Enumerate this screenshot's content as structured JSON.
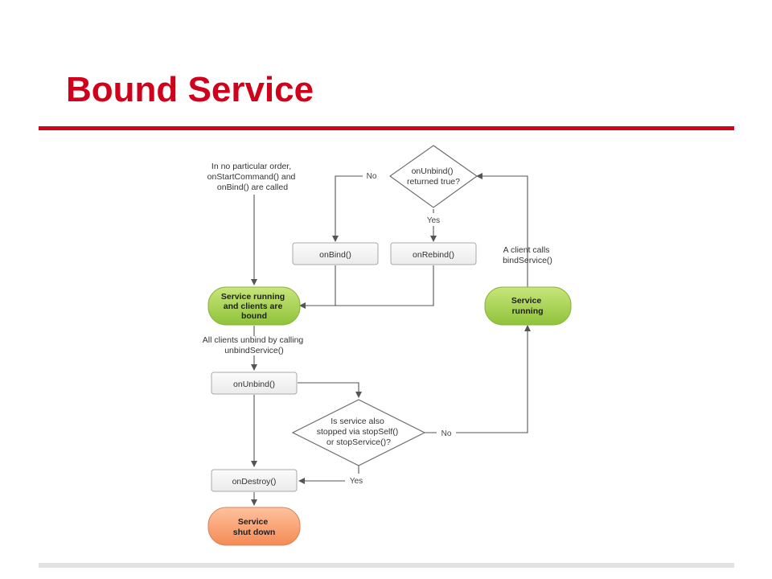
{
  "slide": {
    "title": "Bound Service"
  },
  "diagram": {
    "start_note": [
      "In no particular order,",
      "onStartCommand() and",
      "onBind() are called"
    ],
    "decision_top": [
      "onUnbind()",
      "returned true?"
    ],
    "label_no_top": "No",
    "label_yes_top": "Yes",
    "box_onbind": "onBind()",
    "box_onrebind": "onRebind()",
    "client_calls_note": [
      "A client calls",
      "bindService()"
    ],
    "state_running_bound": [
      "Service running",
      "and clients are",
      "bound"
    ],
    "state_running": [
      "Service",
      "running"
    ],
    "unbind_note": [
      "All clients unbind by calling",
      "unbindService()"
    ],
    "box_onunbind": "onUnbind()",
    "decision_bottom": [
      "Is service also",
      "stopped via stopSelf()",
      "or stopService()?"
    ],
    "label_no_bottom": "No",
    "label_yes_bottom": "Yes",
    "box_ondestroy": "onDestroy()",
    "state_shutdown": [
      "Service",
      "shut down"
    ]
  },
  "colors": {
    "title": "#d0021b",
    "rule": "#d6001c",
    "green_state": "#9bcb3c",
    "orange_state": "#f79a6a",
    "box": "#f2f2f2"
  }
}
